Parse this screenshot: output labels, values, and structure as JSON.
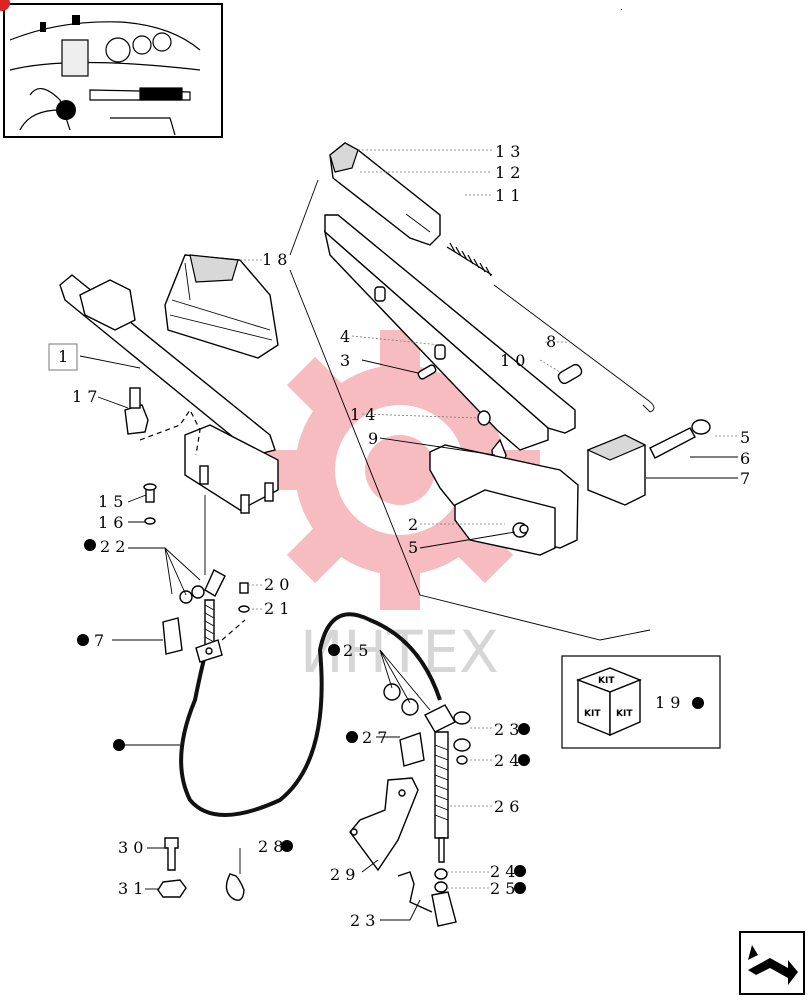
{
  "diagram": {
    "callouts": {
      "c13": "1 3",
      "c12": "1 2",
      "c11": "1 1",
      "c18": "1 8",
      "c4": "4",
      "c8": "8",
      "c3": "3",
      "c10": "1 0",
      "c14": "1 4",
      "c9": "9",
      "c5a": "5",
      "c6": "6",
      "c7a": "7",
      "c2": "2",
      "c5b": "5",
      "c1": "1",
      "c17": "1 7",
      "c15": "1 5",
      "c16": "1 6",
      "c22": "2 2",
      "c20": "2 0",
      "c21": "2 1",
      "c7b": "7",
      "c25a": "2 5",
      "c27": "2 7",
      "c23a": "2 3",
      "c24a": "2 4",
      "c26": "2 6",
      "c30": "3 0",
      "c28": "2 8",
      "c29": "2 9",
      "c31": "3 1",
      "c24b": "2 4",
      "c25b": "2 5",
      "c23b": "2 3",
      "c19": "1 9"
    },
    "kit_box_labels": {
      "top": "KIT",
      "left": "KIT",
      "right": "KIT"
    },
    "watermark": "ИНТЕХ",
    "colors": {
      "watermark": "#e8424a",
      "ink": "#000000"
    },
    "icons": [
      "thumbnail-dashboard",
      "kit-box-icon",
      "next-page-arrow-icon"
    ]
  }
}
